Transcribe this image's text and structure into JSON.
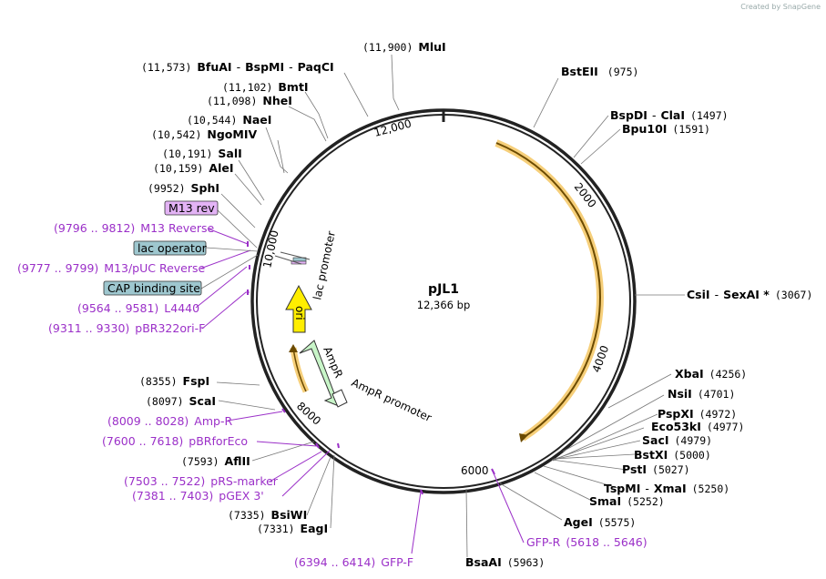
{
  "credit": "Created by SnapGene",
  "plasmid": {
    "name": "pJL1",
    "size": "12,366 bp"
  },
  "ticks": [
    "2000",
    "4000",
    "6000",
    "8000",
    "10,000",
    "12,000"
  ],
  "enzymes": [
    {
      "id": "mlui",
      "pos": "(11,900)",
      "names": [
        "MluI"
      ]
    },
    {
      "id": "bfuai",
      "pos": "(11,573)",
      "names": [
        "BfuAI",
        "BspMI",
        "PaqCI"
      ]
    },
    {
      "id": "bmti",
      "pos": "(11,102)",
      "names": [
        "BmtI"
      ]
    },
    {
      "id": "nhei",
      "pos": "(11,098)",
      "names": [
        "NheI"
      ]
    },
    {
      "id": "naei",
      "pos": "(10,544)",
      "names": [
        "NaeI"
      ]
    },
    {
      "id": "ngomiv",
      "pos": "(10,542)",
      "names": [
        "NgoMIV"
      ]
    },
    {
      "id": "sali",
      "pos": "(10,191)",
      "names": [
        "SalI"
      ]
    },
    {
      "id": "alei",
      "pos": "(10,159)",
      "names": [
        "AleI"
      ]
    },
    {
      "id": "sphi",
      "pos": "(9952)",
      "names": [
        "SphI"
      ]
    },
    {
      "id": "fspi",
      "pos": "(8355)",
      "names": [
        "FspI"
      ]
    },
    {
      "id": "scai",
      "pos": "(8097)",
      "names": [
        "ScaI"
      ]
    },
    {
      "id": "aflii",
      "pos": "(7593)",
      "names": [
        "AflII"
      ]
    },
    {
      "id": "bsiwi",
      "pos": "(7335)",
      "names": [
        "BsiWI"
      ]
    },
    {
      "id": "eagi",
      "pos": "(7331)",
      "names": [
        "EagI"
      ]
    },
    {
      "id": "bsaai",
      "pos": "(5963)",
      "names": [
        "BsaAI"
      ]
    },
    {
      "id": "agei",
      "pos": "(5575)",
      "names": [
        "AgeI"
      ]
    },
    {
      "id": "smai",
      "pos": "(5252)",
      "names": [
        "SmaI"
      ]
    },
    {
      "id": "tspmi",
      "pos": "(5250)",
      "names": [
        "TspMI",
        "XmaI"
      ]
    },
    {
      "id": "psti",
      "pos": "(5027)",
      "names": [
        "PstI"
      ]
    },
    {
      "id": "bstxi",
      "pos": "(5000)",
      "names": [
        "BstXI"
      ]
    },
    {
      "id": "saci",
      "pos": "(4979)",
      "names": [
        "SacI"
      ]
    },
    {
      "id": "eco53ki",
      "pos": "(4977)",
      "names": [
        "Eco53kI"
      ]
    },
    {
      "id": "pspxi",
      "pos": "(4972)",
      "names": [
        "PspXI"
      ]
    },
    {
      "id": "nsii",
      "pos": "(4701)",
      "names": [
        "NsiI"
      ]
    },
    {
      "id": "xbai",
      "pos": "(4256)",
      "names": [
        "XbaI"
      ]
    },
    {
      "id": "csii",
      "pos": "(3067)",
      "names": [
        "CsiI",
        "SexAI *"
      ]
    },
    {
      "id": "bpu10i",
      "pos": "(1591)",
      "names": [
        "Bpu10I"
      ]
    },
    {
      "id": "bspdi",
      "pos": "(1497)",
      "names": [
        "BspDI",
        "ClaI"
      ]
    },
    {
      "id": "bsteii",
      "pos": "(975)",
      "names": [
        "BstEII"
      ]
    }
  ],
  "primers": [
    {
      "id": "m13rev",
      "range": "(9796 .. 9812)",
      "name": "M13 Reverse"
    },
    {
      "id": "m13puc",
      "range": "(9777 .. 9799)",
      "name": "M13/pUC Reverse"
    },
    {
      "id": "l4440",
      "range": "(9564 .. 9581)",
      "name": "L4440"
    },
    {
      "id": "pbr322",
      "range": "(9311 .. 9330)",
      "name": "pBR322ori-F"
    },
    {
      "id": "ampr",
      "range": "(8009 .. 8028)",
      "name": "Amp-R"
    },
    {
      "id": "pbrfor",
      "range": "(7600 .. 7618)",
      "name": "pBRforEco"
    },
    {
      "id": "prs",
      "range": "(7503 .. 7522)",
      "name": "pRS-marker"
    },
    {
      "id": "pgex",
      "range": "(7381 .. 7403)",
      "name": "pGEX 3'"
    },
    {
      "id": "gfpf",
      "range": "(6394 .. 6414)",
      "name": "GFP-F"
    },
    {
      "id": "gfpr",
      "range": "GFP-R",
      "name": "(5618 .. 5646)"
    }
  ],
  "boxed_features": [
    {
      "id": "m13revbox",
      "label": "M13 rev",
      "color": "#e3b3f5"
    },
    {
      "id": "lacop",
      "label": "lac operator",
      "color": "#9ec7cf"
    },
    {
      "id": "cap",
      "label": "CAP binding site",
      "color": "#9ec7cf"
    }
  ],
  "features": {
    "lac_promoter": "lac promoter",
    "ori": "ori",
    "ampr": "AmpR",
    "ampr_promoter": "AmpR promoter"
  },
  "colors": {
    "backbone": "#222222",
    "orange_feature": "#f0a830",
    "ori": "#ffee00",
    "ampr": "#c8f5c8",
    "primer": "#9b30c8"
  }
}
